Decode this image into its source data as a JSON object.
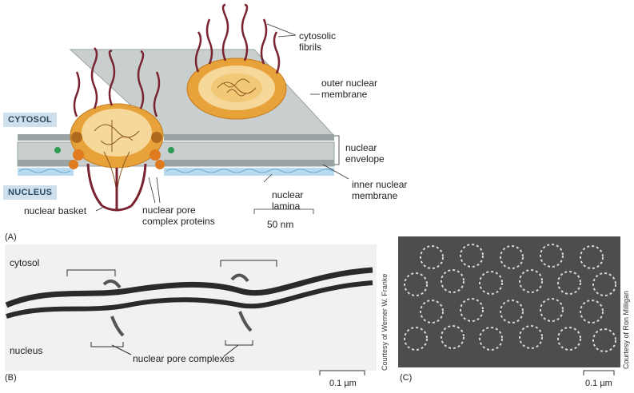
{
  "panel_a": {
    "label": "(A)",
    "tags": {
      "cytosol": "CYTOSOL",
      "nucleus": "NUCLEUS"
    },
    "labels": {
      "cytosolic_fibrils": [
        "cytosolic",
        "fibrils"
      ],
      "outer_membrane": [
        "outer nuclear",
        "membrane"
      ],
      "nuclear_envelope": [
        "nuclear",
        "envelope"
      ],
      "inner_membrane": [
        "inner nuclear",
        "membrane"
      ],
      "nuclear_lamina": [
        "nuclear",
        "lamina"
      ],
      "nuclear_basket": "nuclear basket",
      "pore_proteins": [
        "nuclear pore",
        "complex proteins"
      ],
      "scale": "50 nm"
    }
  },
  "panel_b": {
    "label": "(B)",
    "cytosol": "cytosol",
    "nucleus": "nucleus",
    "pore_label": "nuclear pore complexes",
    "scale": "0.1 µm",
    "credit": "Courtesy of Werner W. Franke"
  },
  "panel_c": {
    "label": "(C)",
    "scale": "0.1 µm",
    "credit": "Courtesy of Ron Milligan"
  },
  "colors": {
    "membrane": "#c9cfcf",
    "membrane_edge": "#8e9696",
    "fibril": "#7a2330",
    "pore_orange": "#e8a23a",
    "pore_light": "#f6d89a",
    "lamina": "#6aa9d4",
    "tag_bg": "#cfe0ec"
  }
}
